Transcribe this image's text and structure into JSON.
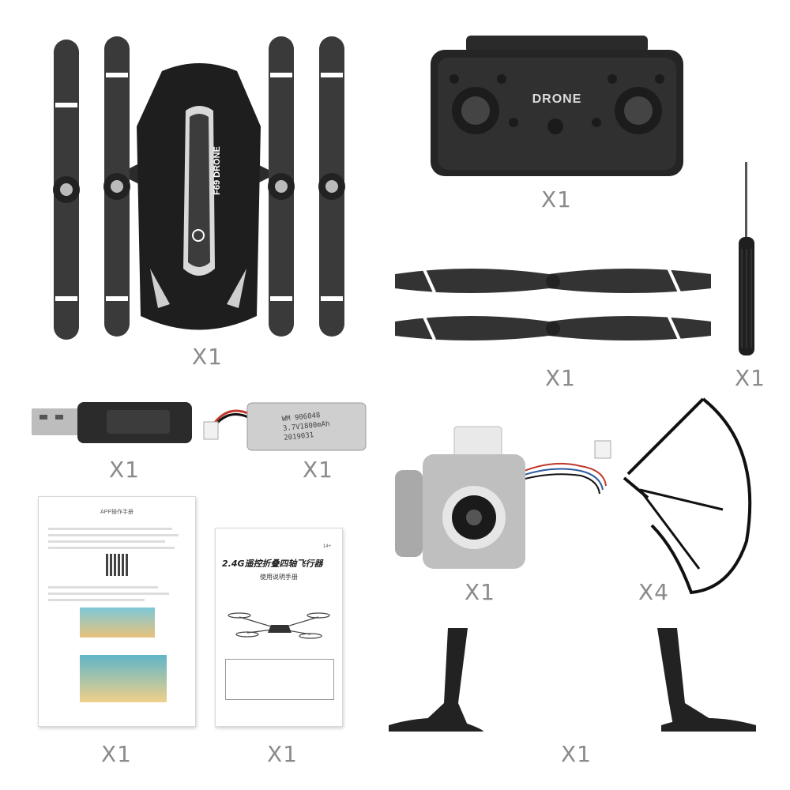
{
  "colors": {
    "body": "#2b2b2b",
    "prop": "#3a3a3a",
    "stripe": "#ffffff",
    "silver": "#c8c8c8",
    "label": "#8a8a8a"
  },
  "drone": {
    "nose_label": "F69 DRONE",
    "qty": "X1",
    "power_icon": "power-icon"
  },
  "remote": {
    "brand": "DRONE",
    "qty": "X1"
  },
  "propellers": {
    "qty": "X1"
  },
  "screwdriver": {
    "qty": "X1"
  },
  "usb_charger": {
    "qty": "X1"
  },
  "battery": {
    "lines": [
      "WM 906048",
      "3.7V1800mAh",
      "2019031"
    ],
    "qty": "X1"
  },
  "camera": {
    "qty": "X1"
  },
  "guard": {
    "qty": "X4"
  },
  "app_manual": {
    "title": "APP操作手册",
    "qty": "X1"
  },
  "user_manual": {
    "title": "2.4G遥控折叠四轴飞行器",
    "subtitle": "使用说明手册",
    "age": "14+",
    "qty": "X1"
  },
  "landing_gear": {
    "qty": "X1"
  }
}
